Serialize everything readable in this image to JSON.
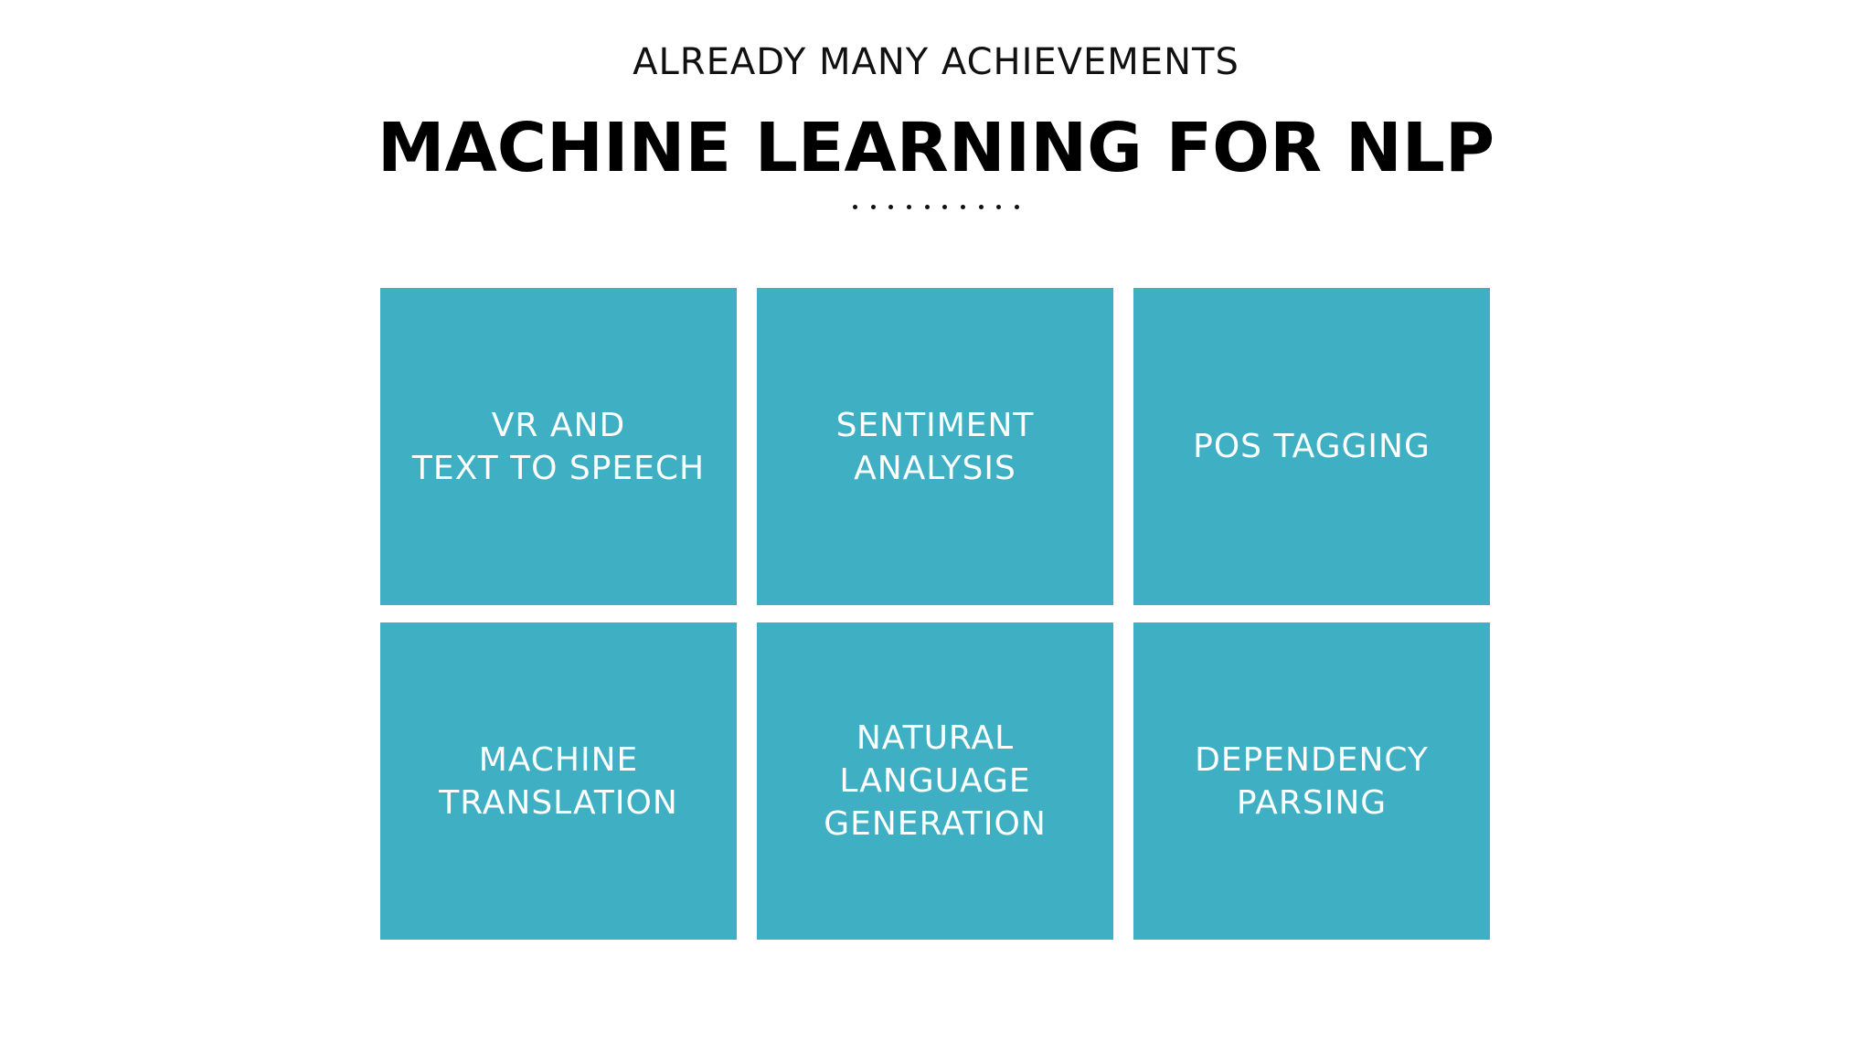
{
  "header": {
    "subtitle": "ALREADY MANY ACHIEVEMENTS",
    "title": "MACHINE LEARNING FOR NLP"
  },
  "tiles": [
    {
      "label": "VR AND\nTEXT TO SPEECH"
    },
    {
      "label": "SENTIMENT\nANALYSIS"
    },
    {
      "label": "POS TAGGING"
    },
    {
      "label": "MACHINE\nTRANSLATION"
    },
    {
      "label": "NATURAL\nLANGUAGE\nGENERATION"
    },
    {
      "label": "DEPENDENCY\nPARSING"
    }
  ],
  "colors": {
    "tile_background": "#3fb0c3",
    "tile_text": "#ffffff",
    "heading_text": "#000000",
    "background": "#ffffff"
  }
}
